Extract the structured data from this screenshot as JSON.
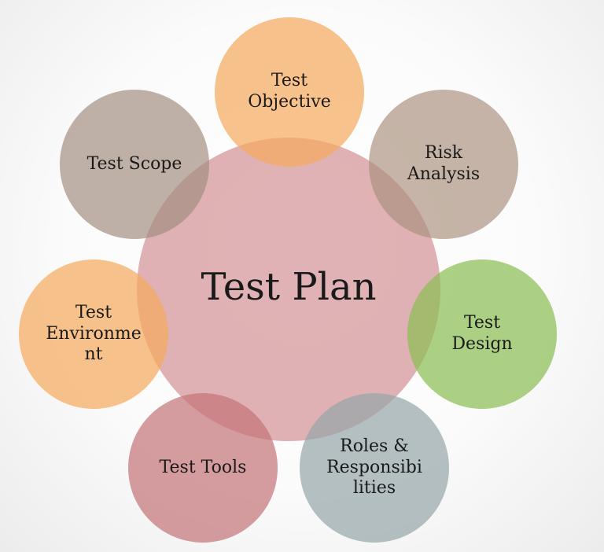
{
  "diagram": {
    "center": {
      "label": "Test Plan",
      "color": "#cd8287"
    },
    "satellites": [
      {
        "id": "objective",
        "label": "Test\nObjective",
        "color": "#f5aa5f"
      },
      {
        "id": "risk",
        "label": "Risk\nAnalysis",
        "color": "#aa917d"
      },
      {
        "id": "design",
        "label": "Test\nDesign",
        "color": "#8cbe55"
      },
      {
        "id": "roles",
        "label": "Roles &\nResponsibi\nlities",
        "color": "#96a5aa"
      },
      {
        "id": "tools",
        "label": "Test Tools",
        "color": "#c37378"
      },
      {
        "id": "environment",
        "label": "Test\nEnvironme\nnt",
        "color": "#f5aa5f"
      },
      {
        "id": "scope",
        "label": "Test Scope",
        "color": "#a08c7d"
      }
    ]
  }
}
